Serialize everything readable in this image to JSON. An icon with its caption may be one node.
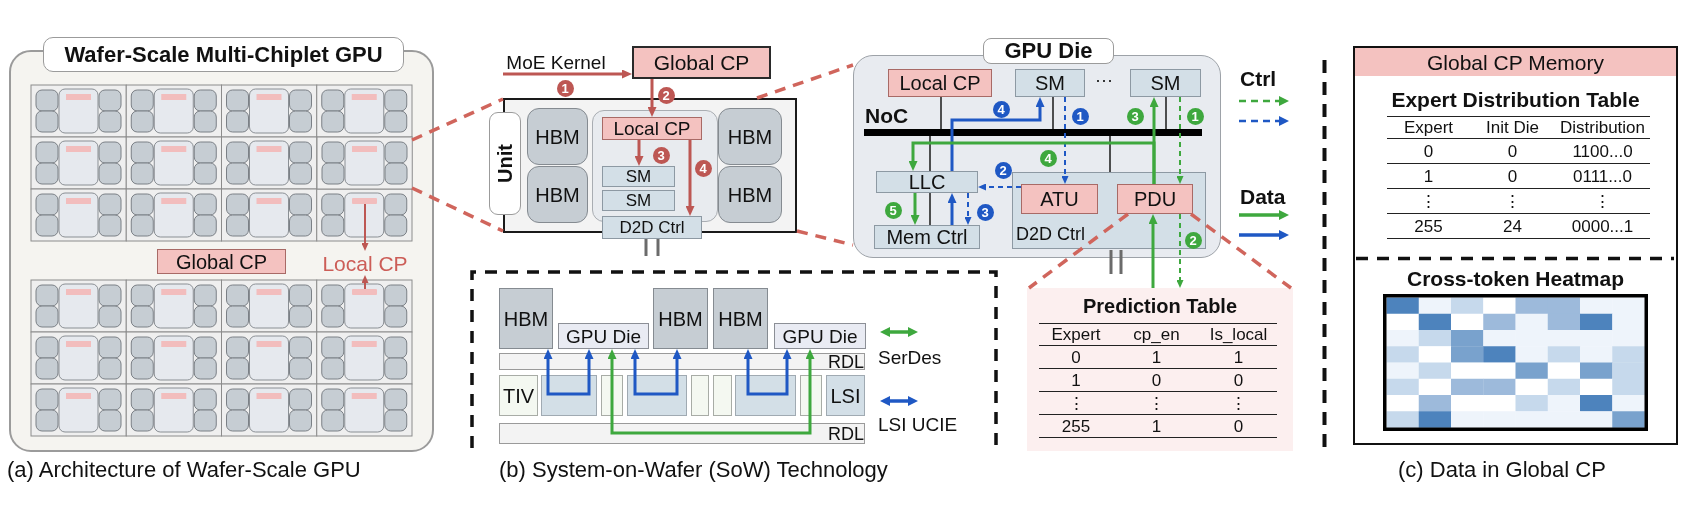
{
  "diagram": {
    "nodes": [
      {
        "text": [
          "Wafer-Scale Multi-Chiplet GPU"
        ]
      },
      {
        "text": [],
        "shape": "box",
        "in": 0
      },
      {
        "text": [],
        "shape": "bar",
        "in": 0
      },
      {
        "text": [
          "Global CP"
        ],
        "in": 0
      },
      {
        "text": [
          "Local CP"
        ],
        "in": 0
      },
      {
        "text": [],
        "shape": "bar",
        "in": 0
      },
      {
        "text": [
          "MoE Kernel"
        ]
      },
      {
        "text": [
          "Global CP"
        ]
      },
      {
        "text": [
          "Unit"
        ]
      },
      {
        "text": [
          "HBM"
        ],
        "in": 8
      },
      {
        "text": [
          "HBM"
        ],
        "in": 8
      },
      {
        "text": [],
        "shape": "box",
        "in": 8
      },
      {
        "text": [
          "Local CP"
        ],
        "in": 11
      },
      {
        "text": [
          "SM"
        ],
        "in": 11
      },
      {
        "text": [
          "SM"
        ],
        "in": 11
      },
      {
        "text": [
          "D2D Ctrl"
        ],
        "in": 8
      },
      {
        "text": [
          "HBM"
        ],
        "in": 8
      },
      {
        "text": [
          "HBM"
        ],
        "in": 8
      },
      {
        "text": [
          "GPU Die"
        ]
      },
      {
        "text": [
          "Local CP"
        ],
        "in": 18
      },
      {
        "text": [
          "SM"
        ],
        "in": 18
      },
      {
        "text": [
          "SM"
        ],
        "in": 18
      },
      {
        "text": [
          "NoC"
        ],
        "in": 18
      },
      {
        "text": [
          "LLC"
        ],
        "in": 18
      },
      {
        "text": [
          "D2D Ctrl"
        ],
        "in": 18
      },
      {
        "text": [
          "ATU"
        ],
        "in": 24
      },
      {
        "text": [
          "PDU"
        ],
        "in": 24
      },
      {
        "text": [
          "Mem Ctrl"
        ],
        "in": 18
      },
      {
        "text": [
          "Prediction Table"
        ]
      },
      {
        "text": [
          "HBM"
        ]
      },
      {
        "text": [
          "GPU Die"
        ]
      },
      {
        "text": [
          "HBM"
        ]
      },
      {
        "text": [
          "HBM"
        ]
      },
      {
        "text": [
          "GPU Die"
        ]
      },
      {
        "text": [
          "Global CP Memory",
          "Expert Distribution Table",
          "Cross-token Heatmap"
        ]
      }
    ],
    "edges": [
      {
        "from": 2,
        "to": 4,
        "arrow": "to",
        "color": "#bd5753"
      },
      {
        "from": 5,
        "to": 4,
        "arrow": "to",
        "color": "#bd5753"
      },
      {
        "from": 1,
        "to": 8,
        "arrow": "none",
        "style": "dashed",
        "color": "#d0655c"
      },
      {
        "from": 1,
        "to": 8,
        "arrow": "none",
        "style": "dashed",
        "color": "#d0655c"
      },
      {
        "from": 6,
        "to": 7,
        "arrow": "to",
        "label": "1",
        "color": "#bd5753"
      },
      {
        "from": 7,
        "to": 12,
        "arrow": "to",
        "label": "2",
        "color": "#bd5753"
      },
      {
        "from": 12,
        "to": 13,
        "arrow": "to",
        "label": "3",
        "color": "#bd5753"
      },
      {
        "from": 12,
        "to": 15,
        "arrow": "to",
        "label": "4",
        "color": "#bd5753"
      },
      {
        "from": 8,
        "to": 18,
        "arrow": "none",
        "style": "dashed",
        "color": "#d0655c"
      },
      {
        "from": 8,
        "to": 18,
        "arrow": "none",
        "style": "dashed",
        "color": "#d0655c"
      },
      {
        "from": 19,
        "to": 22,
        "arrow": "none",
        "color": "#1a1a1a"
      },
      {
        "from": 20,
        "to": 22,
        "arrow": "none",
        "color": "#1a1a1a"
      },
      {
        "from": 21,
        "to": 22,
        "arrow": "none",
        "color": "#1a1a1a"
      },
      {
        "from": 22,
        "to": 23,
        "arrow": "none",
        "color": "#1a1a1a"
      },
      {
        "from": 23,
        "to": 27,
        "arrow": "none",
        "color": "#1a1a1a"
      },
      {
        "from": 22,
        "to": 24,
        "arrow": "none",
        "color": "#1a1a1a"
      },
      {
        "from": 23,
        "to": 20,
        "arrow": "to",
        "label": "4",
        "color": "#1f58c4"
      },
      {
        "from": 20,
        "to": 25,
        "arrow": "to",
        "label": "1",
        "style": "dashed",
        "color": "#1f58c4"
      },
      {
        "from": 25,
        "to": 23,
        "arrow": "to",
        "label": "2",
        "style": "dashed",
        "color": "#1f58c4"
      },
      {
        "from": 23,
        "to": 27,
        "arrow": "to",
        "label": "3",
        "style": "dashed",
        "color": "#1f58c4"
      },
      {
        "from": 27,
        "to": 23,
        "arrow": "to",
        "color": "#1f58c4"
      },
      {
        "from": 21,
        "to": 26,
        "arrow": "to",
        "label": "1",
        "style": "dashed",
        "color": "#3ea83e"
      },
      {
        "from": 26,
        "to": 28,
        "arrow": "to",
        "label": "2",
        "style": "dashed",
        "color": "#3ea83e"
      },
      {
        "from": 26,
        "to": 21,
        "arrow": "to",
        "label": "3",
        "color": "#3ea83e"
      },
      {
        "from": 26,
        "to": 23,
        "arrow": "to",
        "label": "4",
        "color": "#3ea83e"
      },
      {
        "from": 23,
        "to": 27,
        "arrow": "to",
        "label": "5",
        "color": "#3ea83e"
      },
      {
        "from": 28,
        "to": 26,
        "arrow": "to",
        "color": "#3ea83e"
      },
      {
        "from": 26,
        "to": 28,
        "arrow": "none",
        "style": "dashed",
        "color": "#d0655c"
      },
      {
        "from": 26,
        "to": 28,
        "arrow": "none",
        "style": "dashed",
        "color": "#d0655c"
      },
      {
        "from": 29,
        "to": 30,
        "arrow": "both",
        "color": "#1f58c4"
      },
      {
        "from": 30,
        "to": 31,
        "arrow": "both",
        "color": "#1f58c4"
      },
      {
        "from": 32,
        "to": 33,
        "arrow": "both",
        "color": "#1f58c4"
      },
      {
        "from": 30,
        "to": 33,
        "arrow": "both",
        "color": "#3ea83e"
      }
    ],
    "labels": [
      "(a) Architecture of Wafer-Scale GPU",
      "···",
      "Expert",
      "cp_en",
      "Is_local",
      "0",
      "1",
      "1",
      "1",
      "0",
      "0",
      "⋮",
      "⋮",
      "⋮",
      "255",
      "1",
      "0",
      "RDL",
      "TIV",
      "LSI",
      "RDL",
      "(b) System-on-Wafer (SoW) Technology",
      "Expert",
      "Init Die",
      "Distribution",
      "0",
      "0",
      "1100...0",
      "1",
      "0",
      "0111...0",
      "⋮",
      "⋮",
      "⋮",
      "255",
      "24",
      "0000...1",
      "(c) Data in Global CP"
    ],
    "legend": [
      {
        "text": "Ctrl"
      },
      {
        "text": "Data"
      },
      {
        "text": "SerDes"
      },
      {
        "text": "LSI UCIE"
      }
    ]
  }
}
